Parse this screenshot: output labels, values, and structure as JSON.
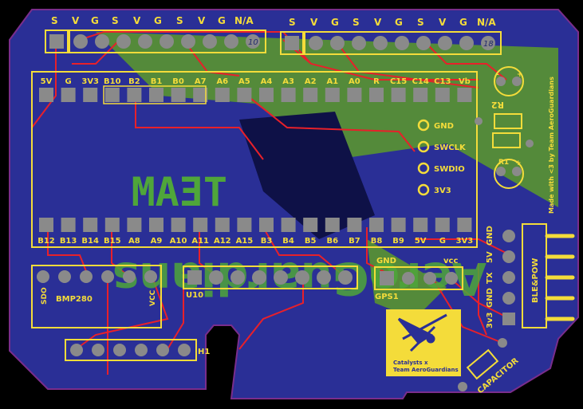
{
  "colors": {
    "board": "#2a2f96",
    "board_edge": "#7a2d8c",
    "silk": "#f4dc3a",
    "trace": "#e8202a",
    "pad": "#8a8a8a",
    "ground_pour": "#5c9a2a",
    "logo_text": "#4fa63a"
  },
  "servo_headers": {
    "left_labels": [
      "S",
      "V",
      "G",
      "S",
      "V",
      "G",
      "S",
      "V",
      "G",
      "N/A"
    ],
    "left_end_number": "10",
    "right_labels": [
      "S",
      "V",
      "G",
      "S",
      "V",
      "G",
      "S",
      "V",
      "G",
      "N/A"
    ],
    "right_end_number": "18"
  },
  "mcu": {
    "top_labels": [
      "5V",
      "G",
      "3V3",
      "B10",
      "B2",
      "B1",
      "B0",
      "A7",
      "A6",
      "A5",
      "A4",
      "A3",
      "A2",
      "A1",
      "A0",
      "R",
      "C15",
      "C14",
      "C13",
      "Vb"
    ],
    "bottom_labels": [
      "B12",
      "B13",
      "B14",
      "B15",
      "A8",
      "A9",
      "A10",
      "A11",
      "A12",
      "A15",
      "B3",
      "B4",
      "B5",
      "B6",
      "B7",
      "B8",
      "B9",
      "5V",
      "G",
      "3V3"
    ],
    "debug_labels": [
      "GND",
      "SWCLK",
      "SWDIO",
      "3V3"
    ]
  },
  "logo": {
    "team_text": "TEAM",
    "brand_text": "AeroGuardians"
  },
  "modules": {
    "bmp_label": "BMP280",
    "bmp_sdo": "SDO",
    "bmp_vcc": "VCC",
    "u10_label": "U10",
    "gps_label": "GPS1",
    "gps_gnd": "GND",
    "gps_vcc": "vcc",
    "h1_label": "H1"
  },
  "ble": {
    "pin_labels": [
      "GND",
      "5V",
      "TX",
      "GND",
      "3v3"
    ],
    "module_label": "BLE&POW"
  },
  "passives": {
    "r2": "R2",
    "r1": "R1",
    "capacitor": "CAPACITOR",
    "minus_sign": "-",
    "plus_sign": "+"
  },
  "credit": "Made with <3 by Team AeroGuardians",
  "badge": {
    "line1": "Catalysts x",
    "line2": "Team AeroGuardians"
  }
}
